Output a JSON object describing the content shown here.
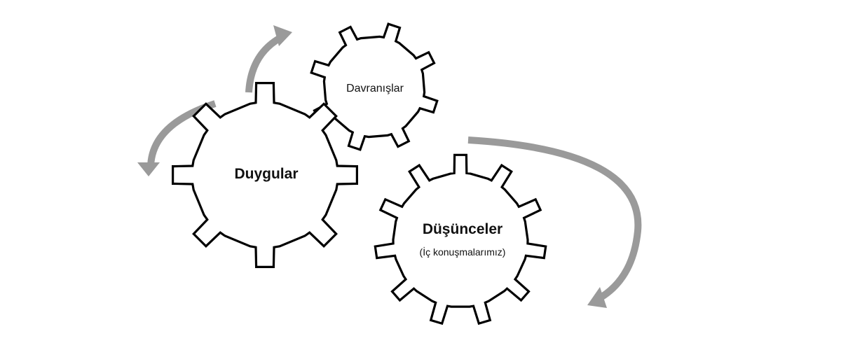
{
  "diagram": {
    "gears": {
      "top": {
        "label": "Davranışlar"
      },
      "left": {
        "label": "Duygular"
      },
      "large": {
        "label": "Düşünceler",
        "sublabel": "(İç konuşmalarımız)"
      }
    },
    "colors": {
      "background": "#ffffff",
      "gear_fill": "#ffffff",
      "gear_stroke": "#000000",
      "arrow": "#9a9a9a",
      "text": "#111111"
    }
  }
}
